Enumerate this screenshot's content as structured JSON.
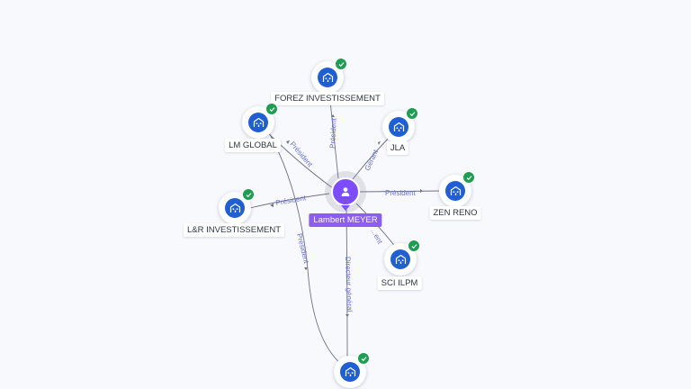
{
  "center": {
    "name": "Lambert MEYER",
    "icon": "person-icon"
  },
  "companies": [
    {
      "id": "forez",
      "label": "FOREZ INVESTISSEMENT",
      "icon": "building-icon",
      "verified": true
    },
    {
      "id": "lmglobal",
      "label": "LM GLOBAL",
      "icon": "building-icon",
      "verified": true
    },
    {
      "id": "jla",
      "label": "JLA",
      "icon": "building-icon",
      "verified": true
    },
    {
      "id": "zenreno",
      "label": "ZEN RENO",
      "icon": "building-icon",
      "verified": true
    },
    {
      "id": "lr",
      "label": "L&R INVESTISSEMENT",
      "icon": "building-icon",
      "verified": true
    },
    {
      "id": "sciilpm",
      "label": "SCI ILPM",
      "icon": "building-icon",
      "verified": true
    },
    {
      "id": "bottom",
      "label": "",
      "icon": "building-icon",
      "verified": true
    }
  ],
  "edges": [
    {
      "from": "center",
      "to": "forez",
      "label": "Président"
    },
    {
      "from": "center",
      "to": "lmglobal",
      "label": "Président"
    },
    {
      "from": "center",
      "to": "jla",
      "label": "Gérant"
    },
    {
      "from": "center",
      "to": "zenreno",
      "label": "Président"
    },
    {
      "from": "center",
      "to": "lr",
      "label": "Président"
    },
    {
      "from": "center",
      "to": "sciilpm",
      "label": "...ent"
    },
    {
      "from": "center",
      "to": "bottom",
      "label": "Directeur général"
    },
    {
      "from": "lmglobal",
      "to": "bottom",
      "label": "Président"
    }
  ],
  "colors": {
    "person": "#7c4dff",
    "company": "#1f5fd6",
    "verified": "#1e9e52",
    "edge": "#6b7185",
    "edge_label": "#6a6fd8"
  }
}
